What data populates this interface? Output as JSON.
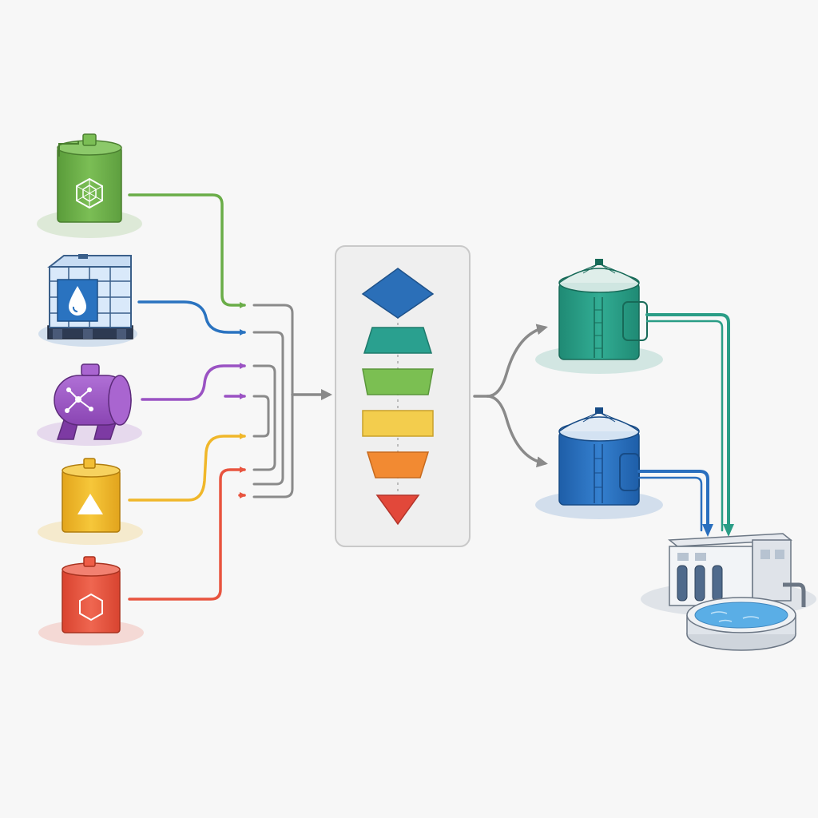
{
  "colors": {
    "background": "#f7f7f7",
    "green": "#6aad48",
    "blue": "#2a73c0",
    "purple": "#9a52c3",
    "yellow": "#f0b72a",
    "red": "#e8543f",
    "teal": "#2a9d86",
    "gray": "#8a8a8a",
    "panel": "#efefef"
  },
  "sources": [
    {
      "name": "green-cylindrical-tank",
      "color": "#6aad48",
      "icon": "hexagon-symbol-icon"
    },
    {
      "name": "blue-ibc-tote",
      "color": "#2a73c0",
      "icon": "water-drop-icon"
    },
    {
      "name": "purple-horizontal-tank",
      "color": "#9a52c3",
      "icon": "molecule-icon"
    },
    {
      "name": "yellow-drum",
      "color": "#f0b72a",
      "icon": "triangle-warning-icon"
    },
    {
      "name": "red-drum",
      "color": "#e8543f",
      "icon": "hexagon-outline-icon"
    }
  ],
  "stages": [
    {
      "name": "diamond-stage",
      "color": "#2b6fb8"
    },
    {
      "name": "teal-trapezoid-stage",
      "color": "#2aa08f"
    },
    {
      "name": "green-trapezoid-stage",
      "color": "#7bbf52"
    },
    {
      "name": "yellow-rectangle-stage",
      "color": "#f3cd4d"
    },
    {
      "name": "orange-trapezoid-stage",
      "color": "#f28a32"
    },
    {
      "name": "red-triangle-stage",
      "color": "#e2483a"
    }
  ],
  "outputs": [
    {
      "name": "teal-storage-tank",
      "color": "#2a9d86"
    },
    {
      "name": "blue-storage-tank",
      "color": "#2a6fbe"
    }
  ],
  "destination": {
    "name": "treatment-plant",
    "pool_color": "#5aaee6"
  }
}
